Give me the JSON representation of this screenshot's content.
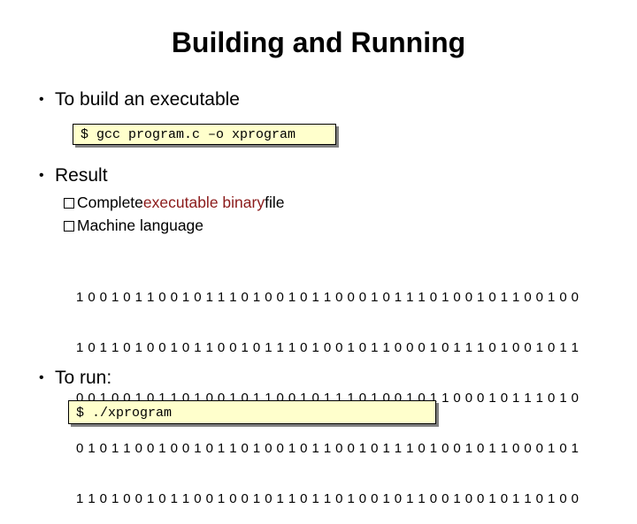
{
  "slide": {
    "title": "Building and Running",
    "bullet_build": "To build an executable",
    "build_command": "$ gcc program.c –o xprogram",
    "bullet_result": "Result",
    "result_items": [
      {
        "pre": "Complete ",
        "highlight": "executable binary",
        "post": " file"
      },
      {
        "text": "Machine language"
      }
    ],
    "binary_lines": [
      "1 0 0 1 0 1 1 0 0 1 0 1 1 1 0 1 0 0 1 0 1 1 0 0 0 1 0 1 1 1 0 1 0 0 1 0 1 1 0 0 1 0 0",
      "1 0 1 1 0 1 0 0 1 0 1 1 0 0 1 0 1 1 1 0 1 0 0 1 0 1 1 0 0 0 1 0 1 1 1 0 1 0 0 1 0 1 1",
      "0 0 1 0 0 1 0 1 1 0 1 0 0 1 0 1 1 0 0 1 0 1 1 1 0 1 0 0 1 0 1 1 0 0 0 1 0 1 1 1 0 1 0",
      "0 1 0 1 1 0 0 1 0 0 1 0 1 1 0 1 0 0 1 0 1 1 0 0 1 0 1 1 1 0 1 0 0 1 0 1 1 0 0 0 1 0 1",
      "1 1 0 1 0 0 1 0 1 1 0 0 1 0 0 1 0 1 1 0 1 1 0 1 0 0 1 0 1 1 0 0 1 0 0 1 0 1 1 0 1 0 0"
    ],
    "bullet_run": "To run:",
    "run_command": "$ ./xprogram",
    "bullet_char": "•",
    "colors": {
      "code_bg": "#ffffcc",
      "highlight": "#8b1a1a"
    }
  }
}
